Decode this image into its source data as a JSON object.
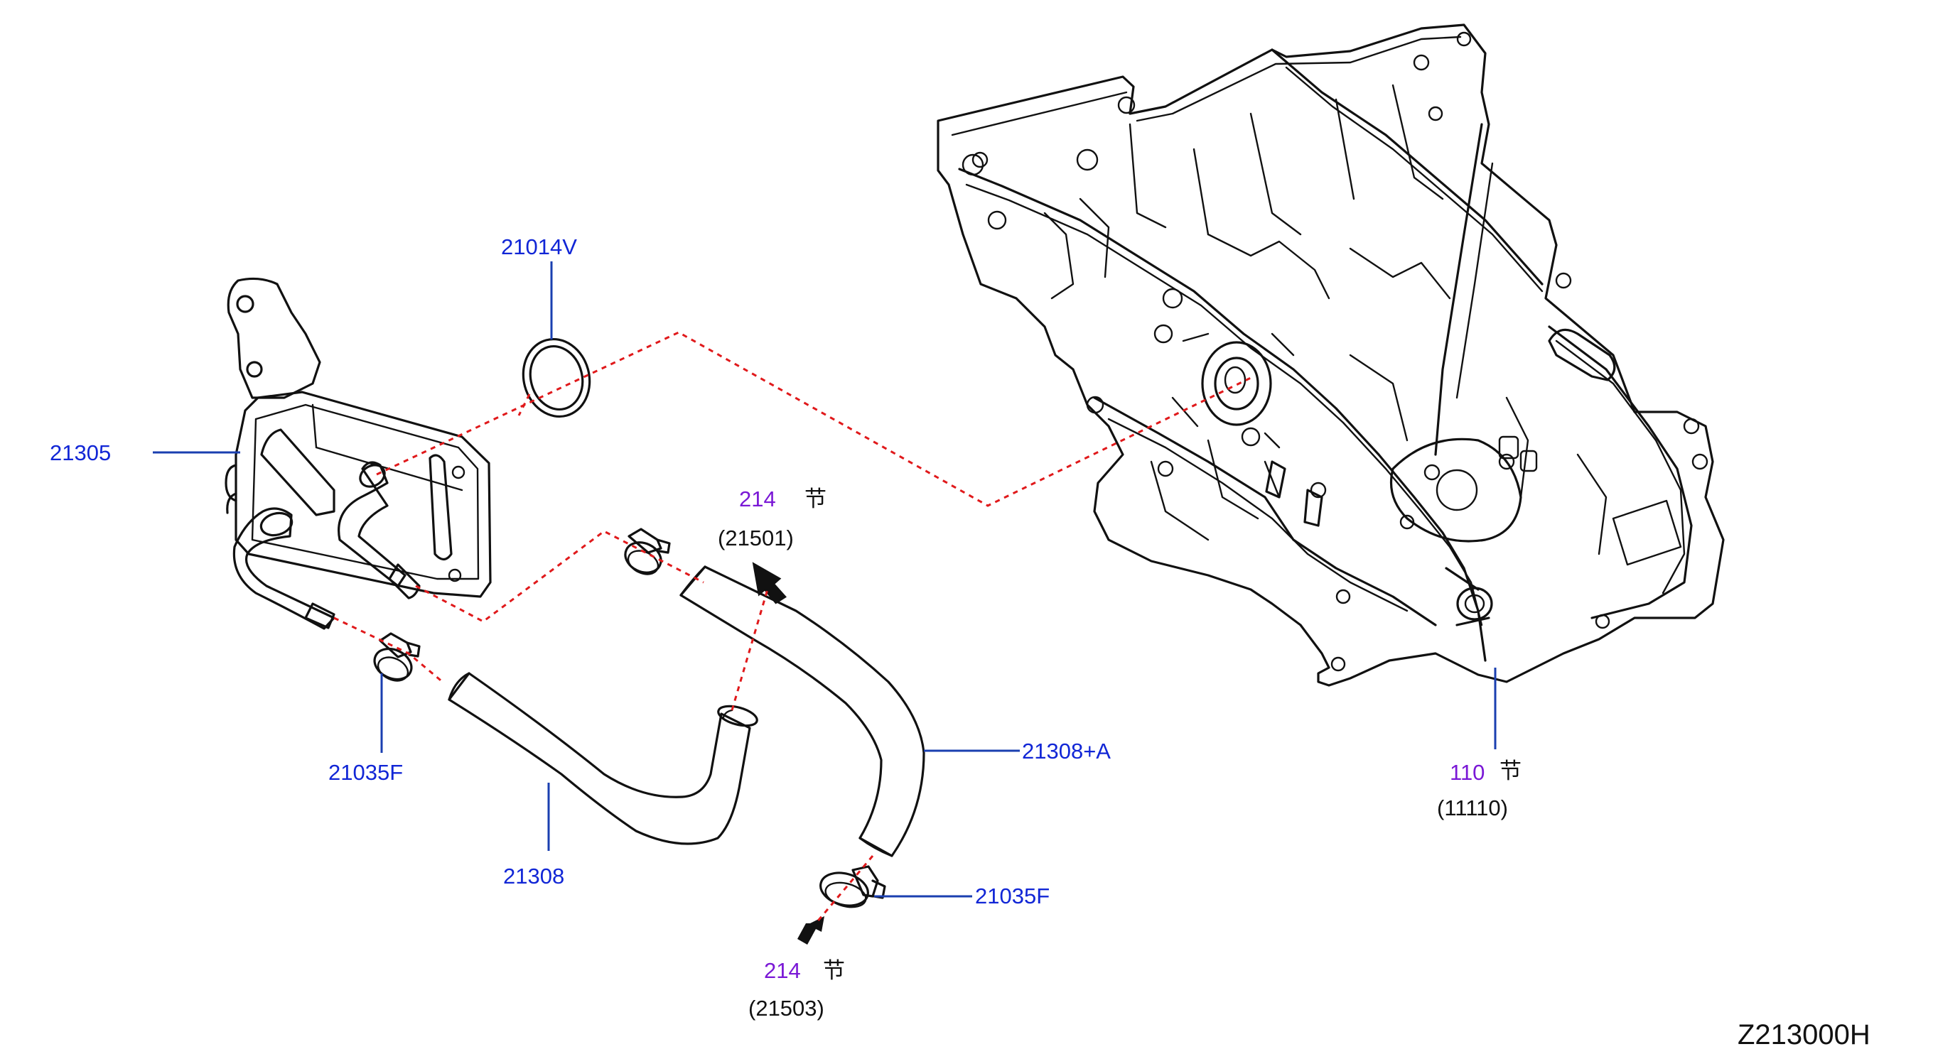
{
  "colors": {
    "part_number": "#1126d6",
    "section_number": "#7a18d6",
    "reference": "#111111",
    "connection_line": "#e0191b",
    "leader": "#1a3fb0"
  },
  "labels": {
    "p21014v": "21014V",
    "p21305": "21305",
    "p21035f_a": "21035F",
    "p21308": "21308",
    "p21308a": "21308+A",
    "p21035f_b": "21035F",
    "sec214_top": "214",
    "sec214_top_mark": "节",
    "ref21501": "(21501)",
    "sec214_bottom": "214",
    "sec214_bottom_mark": "节",
    "ref21503": "(21503)",
    "sec110": "110",
    "sec110_mark": "节",
    "ref11110": "(11110)"
  },
  "diagram_code": "Z213000H"
}
